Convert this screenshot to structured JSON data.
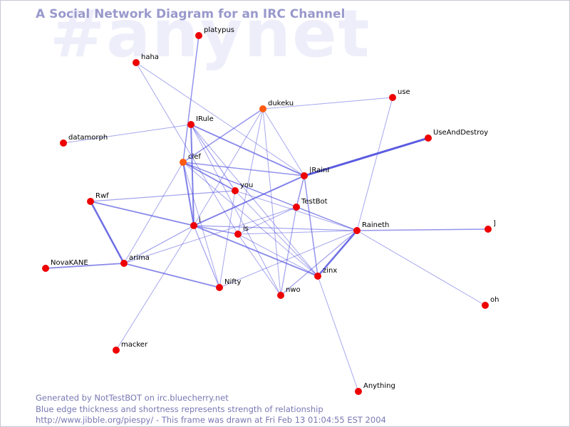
{
  "watermark": "#anynet",
  "title": "A Social Network Diagram for an IRC Channel",
  "footer": {
    "line1": "Generated by NotTestBOT on irc.bluecherry.net",
    "line2": "Blue edge thickness and shortness represents strength of relationship",
    "line3": "http://www.jibble.org/piespy/ - This frame was drawn at Fri Feb 13 01:04:55 EST 2004"
  },
  "colors": {
    "node_default": "#ee0000",
    "node_active": "#ff5a10",
    "edge": "#5050e0",
    "title": "#9999cc",
    "watermark": "#eeeefb",
    "footer": "#7878b4"
  },
  "nodes": [
    {
      "id": "platypus",
      "label": "platypus",
      "active": false
    },
    {
      "id": "haha",
      "label": "haha",
      "active": false
    },
    {
      "id": "dukeku",
      "label": "dukeku",
      "active": true
    },
    {
      "id": "use",
      "label": "use",
      "active": false
    },
    {
      "id": "IRule",
      "label": "IRule",
      "active": false
    },
    {
      "id": "UseAndDestroy",
      "label": "UseAndDestroy",
      "active": false
    },
    {
      "id": "datamorph",
      "label": "datamorph",
      "active": false
    },
    {
      "id": "clef",
      "label": "clef",
      "active": true
    },
    {
      "id": "IRainI",
      "label": "|RainI",
      "active": false
    },
    {
      "id": "you",
      "label": "you",
      "active": false
    },
    {
      "id": "Rwf",
      "label": "Rwf",
      "active": false
    },
    {
      "id": "TestBot",
      "label": "TestBot",
      "active": false
    },
    {
      "id": "i",
      "label": "i",
      "active": false
    },
    {
      "id": "is",
      "label": "is",
      "active": false
    },
    {
      "id": "Raineth",
      "label": "Raineth",
      "active": false
    },
    {
      "id": "bracket",
      "label": "]",
      "active": false
    },
    {
      "id": "NovaKANE",
      "label": "NovaKANE",
      "active": false
    },
    {
      "id": "arima",
      "label": "arima",
      "active": false
    },
    {
      "id": "zinx",
      "label": "zinx",
      "active": false
    },
    {
      "id": "Nifty",
      "label": "Nifty",
      "active": false
    },
    {
      "id": "nwo",
      "label": "nwo",
      "active": false
    },
    {
      "id": "oh",
      "label": "oh",
      "active": false
    },
    {
      "id": "macker",
      "label": "macker",
      "active": false
    },
    {
      "id": "Anything",
      "label": "Anything",
      "active": false
    }
  ],
  "edges": [
    {
      "source": "IRainI",
      "target": "UseAndDestroy",
      "weight": 3
    },
    {
      "source": "Rwf",
      "target": "arima",
      "weight": 2.5
    },
    {
      "source": "zinx",
      "target": "Raineth",
      "weight": 2.5
    },
    {
      "source": "i",
      "target": "IRainI",
      "weight": 2
    },
    {
      "source": "i",
      "target": "IRule",
      "weight": 2
    },
    {
      "source": "clef",
      "target": "i",
      "weight": 2
    },
    {
      "source": "i",
      "target": "zinx",
      "weight": 1.8
    },
    {
      "source": "i",
      "target": "Rwf",
      "weight": 1.8
    },
    {
      "source": "IRule",
      "target": "IRainI",
      "weight": 1.8
    },
    {
      "source": "clef",
      "target": "you",
      "weight": 1.8
    },
    {
      "source": "NovaKANE",
      "target": "arima",
      "weight": 1.8
    },
    {
      "source": "arima",
      "target": "Nifty",
      "weight": 1.8
    },
    {
      "source": "platypus",
      "target": "clef",
      "weight": 1.5
    },
    {
      "source": "dukeku",
      "target": "clef",
      "weight": 1.5
    },
    {
      "source": "IRainI",
      "target": "zinx",
      "weight": 1.5
    },
    {
      "source": "Raineth",
      "target": "bracket",
      "weight": 1.5
    },
    {
      "source": "IRainI",
      "target": "TestBot",
      "weight": 1.5
    },
    {
      "source": "clef",
      "target": "IRainI",
      "weight": 1.5
    },
    {
      "source": "i",
      "target": "is",
      "weight": 1.5
    },
    {
      "source": "i",
      "target": "Nifty",
      "weight": 1.2
    },
    {
      "source": "Rwf",
      "target": "you",
      "weight": 1.2
    },
    {
      "source": "arima",
      "target": "i",
      "weight": 1.2
    },
    {
      "source": "nwo",
      "target": "Raineth",
      "weight": 1.2
    },
    {
      "source": "nwo",
      "target": "TestBot",
      "weight": 1.2
    },
    {
      "source": "i",
      "target": "Raineth",
      "weight": 1.2
    },
    {
      "source": "IRule",
      "target": "you",
      "weight": 1.2
    },
    {
      "source": "clef",
      "target": "Raineth",
      "weight": 1.2
    },
    {
      "source": "haha",
      "target": "IRainI",
      "weight": 1
    },
    {
      "source": "haha",
      "target": "is",
      "weight": 1
    },
    {
      "source": "datamorph",
      "target": "IRule",
      "weight": 1
    },
    {
      "source": "dukeku",
      "target": "use",
      "weight": 1
    },
    {
      "source": "dukeku",
      "target": "IRainI",
      "weight": 1
    },
    {
      "source": "dukeku",
      "target": "is",
      "weight": 1
    },
    {
      "source": "dukeku",
      "target": "nwo",
      "weight": 1
    },
    {
      "source": "dukeku",
      "target": "i",
      "weight": 1
    },
    {
      "source": "use",
      "target": "Raineth",
      "weight": 1
    },
    {
      "source": "clef",
      "target": "TestBot",
      "weight": 1
    },
    {
      "source": "clef",
      "target": "Nifty",
      "weight": 1
    },
    {
      "source": "clef",
      "target": "zinx",
      "weight": 1
    },
    {
      "source": "clef",
      "target": "arima",
      "weight": 1
    },
    {
      "source": "IRule",
      "target": "nwo",
      "weight": 1
    },
    {
      "source": "IRule",
      "target": "zinx",
      "weight": 1
    },
    {
      "source": "you",
      "target": "Raineth",
      "weight": 1
    },
    {
      "source": "you",
      "target": "Nifty",
      "weight": 1
    },
    {
      "source": "you",
      "target": "zinx",
      "weight": 1
    },
    {
      "source": "TestBot",
      "target": "is",
      "weight": 1
    },
    {
      "source": "TestBot",
      "target": "Raineth",
      "weight": 1
    },
    {
      "source": "is",
      "target": "zinx",
      "weight": 1
    },
    {
      "source": "is",
      "target": "Raineth",
      "weight": 1
    },
    {
      "source": "is",
      "target": "nwo",
      "weight": 1
    },
    {
      "source": "arima",
      "target": "TestBot",
      "weight": 1
    },
    {
      "source": "Raineth",
      "target": "oh",
      "weight": 1
    },
    {
      "source": "Raineth",
      "target": "Nifty",
      "weight": 1
    },
    {
      "source": "zinx",
      "target": "Anything",
      "weight": 1
    },
    {
      "source": "i",
      "target": "macker",
      "weight": 1
    }
  ]
}
